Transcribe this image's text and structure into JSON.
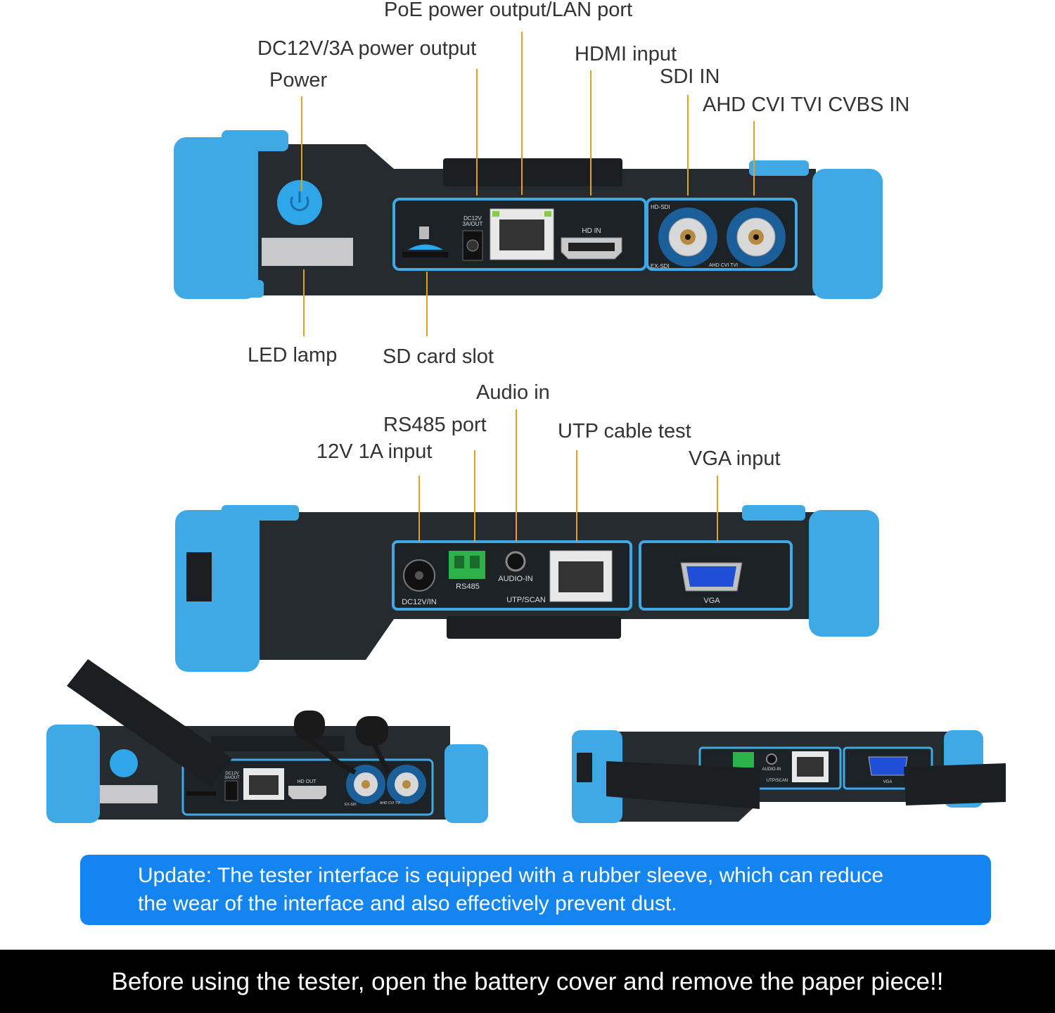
{
  "top_view": {
    "labels": {
      "poe": "PoE power output/LAN port",
      "dc_out": "DC12V/3A power output",
      "power": "Power",
      "hdmi": "HDMI input",
      "sdi": "SDI IN",
      "ahd": "AHD CVI TVI CVBS IN",
      "led": "LED lamp",
      "sd": "SD card slot"
    },
    "panel_text": {
      "dc_out": [
        "DC12V",
        "3A/OUT"
      ],
      "hdmi": "HD IN",
      "hd_sdi": "HD-SDI",
      "ex_sdi": "EX-SDI",
      "ahd_cvi_tvi": "AHD CVI TVI"
    }
  },
  "bottom_view": {
    "labels": {
      "audio": "Audio in",
      "rs485": "RS485 port",
      "input12v": "12V 1A input",
      "utp": "UTP cable test",
      "vga": "VGA input"
    },
    "panel_text": {
      "dc_in": "DC12V/IN",
      "rs485": "RS485",
      "audio": "AUDIO-IN",
      "utp": "UTP/SCAN",
      "vga": "VGA"
    }
  },
  "small_views": {
    "left": {
      "dc_out": [
        "DC12V",
        "3A/OUT"
      ],
      "hdmi": "HD OUT",
      "ex_sdi": "EX-SDI",
      "ahd": "AHD CVI TVI"
    },
    "right": {
      "audio": "AUDIO-IN",
      "utp": "UTP/SCAN",
      "vga": "VGA"
    }
  },
  "update_notice": {
    "line1": "Update: The tester interface is equipped with a rubber sleeve, which can reduce",
    "line2": "the wear of the interface and also effectively prevent dust."
  },
  "footer": {
    "text": "Before using the tester, open the battery cover and remove the paper piece!!"
  },
  "colors": {
    "bumper_blue": "#3fa9e6",
    "body_dark": "#262b30",
    "leader_orange": "#e3a21a",
    "notice_blue": "#1485f0",
    "footer_black": "#000000"
  }
}
